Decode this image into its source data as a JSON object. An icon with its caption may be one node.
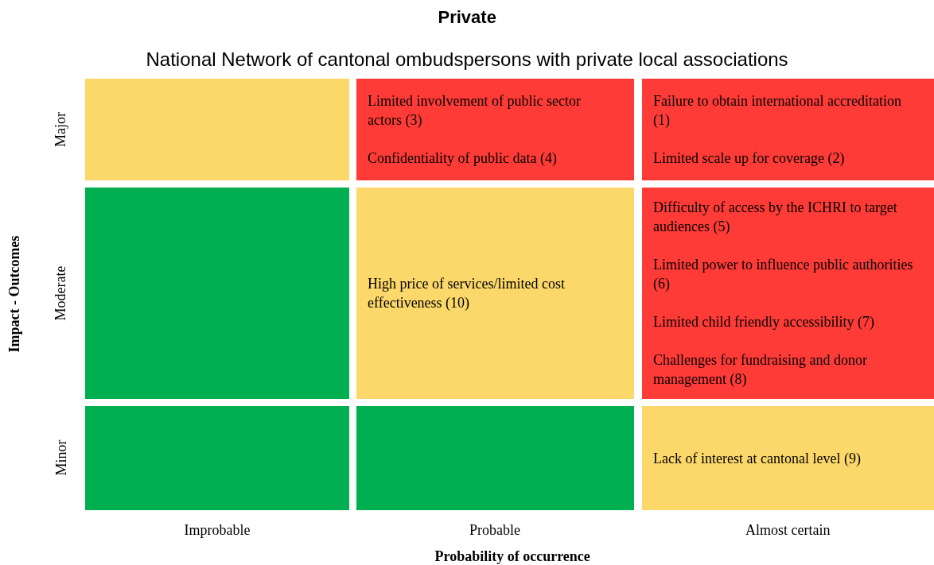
{
  "diagram": {
    "title": "Private",
    "nodes": [
      {
        "text": [],
        "shape": "box"
      },
      {
        "text": [
          "Limited involvement of public sector actors (3)",
          "Confidentiality of public data (4)"
        ]
      },
      {
        "text": [
          "Failure to obtain international accreditation (1)",
          "Limited scale up for coverage (2)"
        ]
      },
      {
        "text": [],
        "shape": "box"
      },
      {
        "text": [
          "High price of services/limited cost effectiveness (10)"
        ]
      },
      {
        "text": [
          "Difficulty of access by the ICHRI to target audiences (5)",
          "Limited power to influence public authorities (6)",
          "Limited child friendly accessibility (7)",
          "Challenges for fundraising and donor management (8)"
        ]
      },
      {
        "text": [],
        "shape": "box"
      },
      {
        "text": [],
        "shape": "box"
      },
      {
        "text": [
          "Lack of interest at cantonal level (9)"
        ]
      }
    ],
    "edges": [],
    "labels": [
      "National Network of cantonal ombudspersons with private local associations",
      "Major",
      "Moderate",
      "Minor",
      "Impact - Outcomes",
      "Improbable",
      "Probable",
      "Almost certain",
      "Probability of occurrence"
    ]
  }
}
